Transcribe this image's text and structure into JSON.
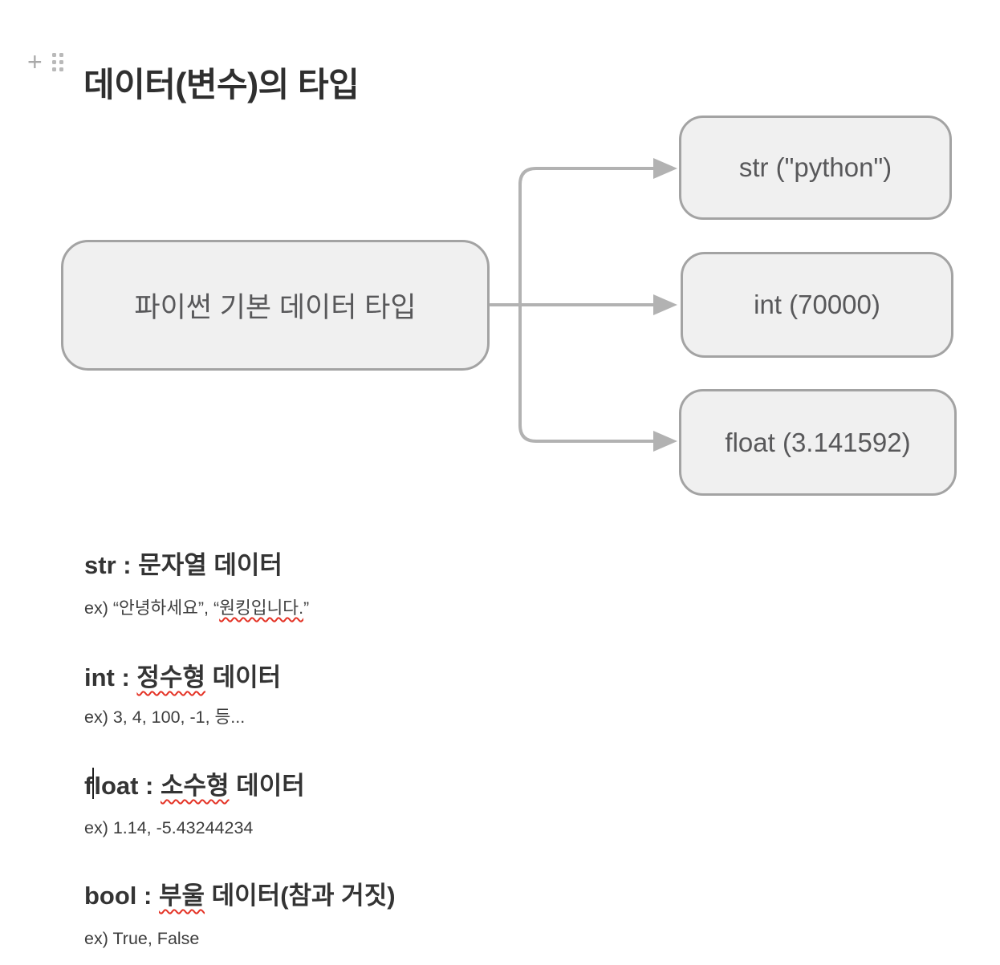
{
  "block": {
    "title": "데이터(변수)의 타입",
    "icons": {
      "add_block": "+"
    }
  },
  "diagram": {
    "root_label": "파이썬 기본 데이터 타입",
    "nodes": [
      {
        "label": "str (\"python\")"
      },
      {
        "label": "int (70000)"
      },
      {
        "label": "float (3.141592)"
      }
    ]
  },
  "sections": [
    {
      "heading": {
        "before": "",
        "mid": "str : ",
        "squiggle": "",
        "after": "문자열 데이터"
      },
      "example": {
        "before": "ex) “안녕하세요”, “",
        "squiggle": "원킹입니다.",
        "after": "”"
      }
    },
    {
      "heading": {
        "before": "",
        "mid": "int : ",
        "squiggle": "정수형",
        "after": " 데이터"
      },
      "example": {
        "before": "ex) 3, 4, 100, -1, 등...",
        "squiggle": "",
        "after": ""
      }
    },
    {
      "heading": {
        "before": "f",
        "mid": "loat : ",
        "squiggle": "소수형",
        "after": " 데이터"
      },
      "example": {
        "before": "ex) 1.14, -5.43244234",
        "squiggle": "",
        "after": ""
      }
    },
    {
      "heading": {
        "before": "",
        "mid": "bool : ",
        "squiggle": "부울",
        "after": " 데이터(참과 거짓)"
      },
      "example": {
        "before": "ex) True, False",
        "squiggle": "",
        "after": ""
      }
    }
  ],
  "colors": {
    "squiggle": "#e43326",
    "box_fill": "#f0f0f0",
    "box_border": "#a3a3a3",
    "box_text": "#58585a",
    "connector": "#b2b2b2"
  }
}
